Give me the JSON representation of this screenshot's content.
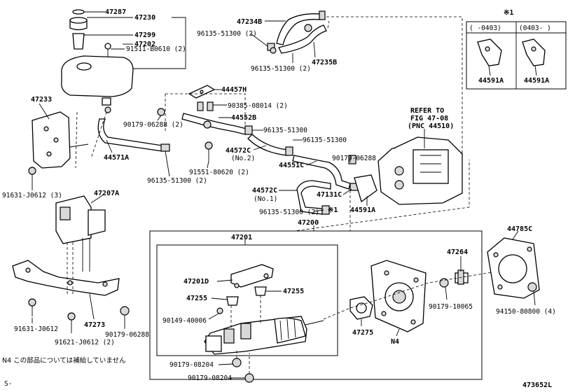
{
  "labels": {
    "p47287": "47287",
    "p47230": "47230",
    "p47299": "47299",
    "p91511": "91511-B0610 (2)",
    "p47202": "47202",
    "p47234B": "47234B",
    "p96135_a": "96135-51300 (2)",
    "p96135_b": "96135-51300 (2)",
    "p47235B": "47235B",
    "p47233": "47233",
    "p44457H": "44457H",
    "p90385": "90385-08014 (2)",
    "p90179_a": "90179-06288 (2)",
    "p44552B": "44552B",
    "p96135_c": "96135-51300",
    "p96135_d": "96135-51300",
    "p44571A": "44571A",
    "p44572C_2": "44572C",
    "p44572C_2sub": "(No.2)",
    "p90179_b": "90179-06288",
    "p44551C": "44551C",
    "p96135_e": "96135-51300 (2)",
    "p91551": "91551-80620 (2)",
    "p44572C_1": "44572C",
    "p44572C_1sub": "(No.1)",
    "p47131C": "47131C",
    "p44591A_main": "44591A",
    "p96135_f": "96135-51300 (2)",
    "p91631_a": "91631-J0612 (3)",
    "p47207A": "47207A",
    "p47200": "47200",
    "p47201": "47201",
    "p44785C": "44785C",
    "p47264": "47264",
    "p47201D": "47201D",
    "p47255_a": "47255",
    "p47255_b": "47255",
    "p90149": "90149-40006",
    "p47275": "47275",
    "p90179_c": "90179-10065",
    "p94150": "94150-80800 (4)",
    "pN4": "N4",
    "p91631_b": "91631-J0612",
    "p91621": "91621-J0612 (2)",
    "p47273": "47273",
    "p90179_d": "90179-06288",
    "p90179_e": "90179-08204",
    "p90179_f": "90179-08204",
    "refer1": "REFER TO",
    "refer2": "FIG 47-08",
    "refer3": "(PNC 44510)",
    "star_mark": "※1",
    "star_inline": "※1"
  },
  "inset": {
    "marker": "※1",
    "col1_range": "(    -0403)",
    "col2_range": "(0403-    )",
    "col1_part": "44591A",
    "col2_part": "44591A"
  },
  "footnote": "N4 この部品については補給していません",
  "corner_left": "S-",
  "diagram_id": "473652L"
}
